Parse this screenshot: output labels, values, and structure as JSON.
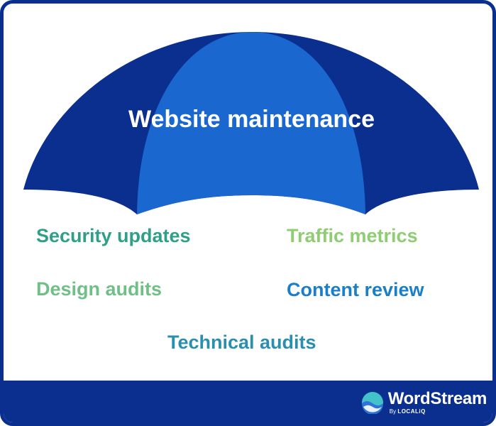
{
  "diagram": {
    "title": "Website maintenance",
    "items": [
      {
        "label": "Security updates",
        "color": "#2f9f8a"
      },
      {
        "label": "Traffic metrics",
        "color": "#8fcd73"
      },
      {
        "label": "Design audits",
        "color": "#6fbf87"
      },
      {
        "label": "Content review",
        "color": "#1a7fc9"
      },
      {
        "label": "Technical audits",
        "color": "#2a8fae"
      }
    ]
  },
  "brand": {
    "name": "WordStream",
    "by": "By",
    "partner": "LOCALiQ"
  },
  "colors": {
    "umbrella_dark": "#0b2f8f",
    "umbrella_light": "#1967cf",
    "logo_teal": "#43c3c9",
    "logo_blue": "#2f72d8"
  }
}
